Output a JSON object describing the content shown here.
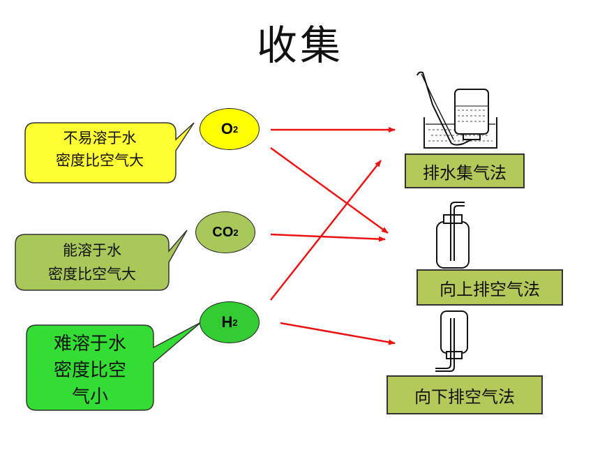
{
  "title": "收集",
  "callouts": {
    "o2": {
      "line1": "不易溶于水",
      "line2": "密度比空气大"
    },
    "co2": {
      "line1": "能溶于水",
      "line2": "密度比空气大"
    },
    "h2": {
      "line1": "难溶于水",
      "line2": "密度比空",
      "line3": "气小"
    }
  },
  "gases": {
    "o2": {
      "symbol": "O",
      "subscript": "2"
    },
    "co2": {
      "symbol": "CO",
      "subscript": "2"
    },
    "h2": {
      "symbol": "H",
      "subscript": "2"
    }
  },
  "methods": {
    "water": "排水集气法",
    "upward": "向上排空气法",
    "downward": "向下排空气法"
  },
  "colors": {
    "callout_o2": "#ffff33",
    "callout_co2": "#a9c85a",
    "callout_h2": "#33dd33",
    "method_box": "#b5c95a",
    "arrow": "#ee1111"
  }
}
